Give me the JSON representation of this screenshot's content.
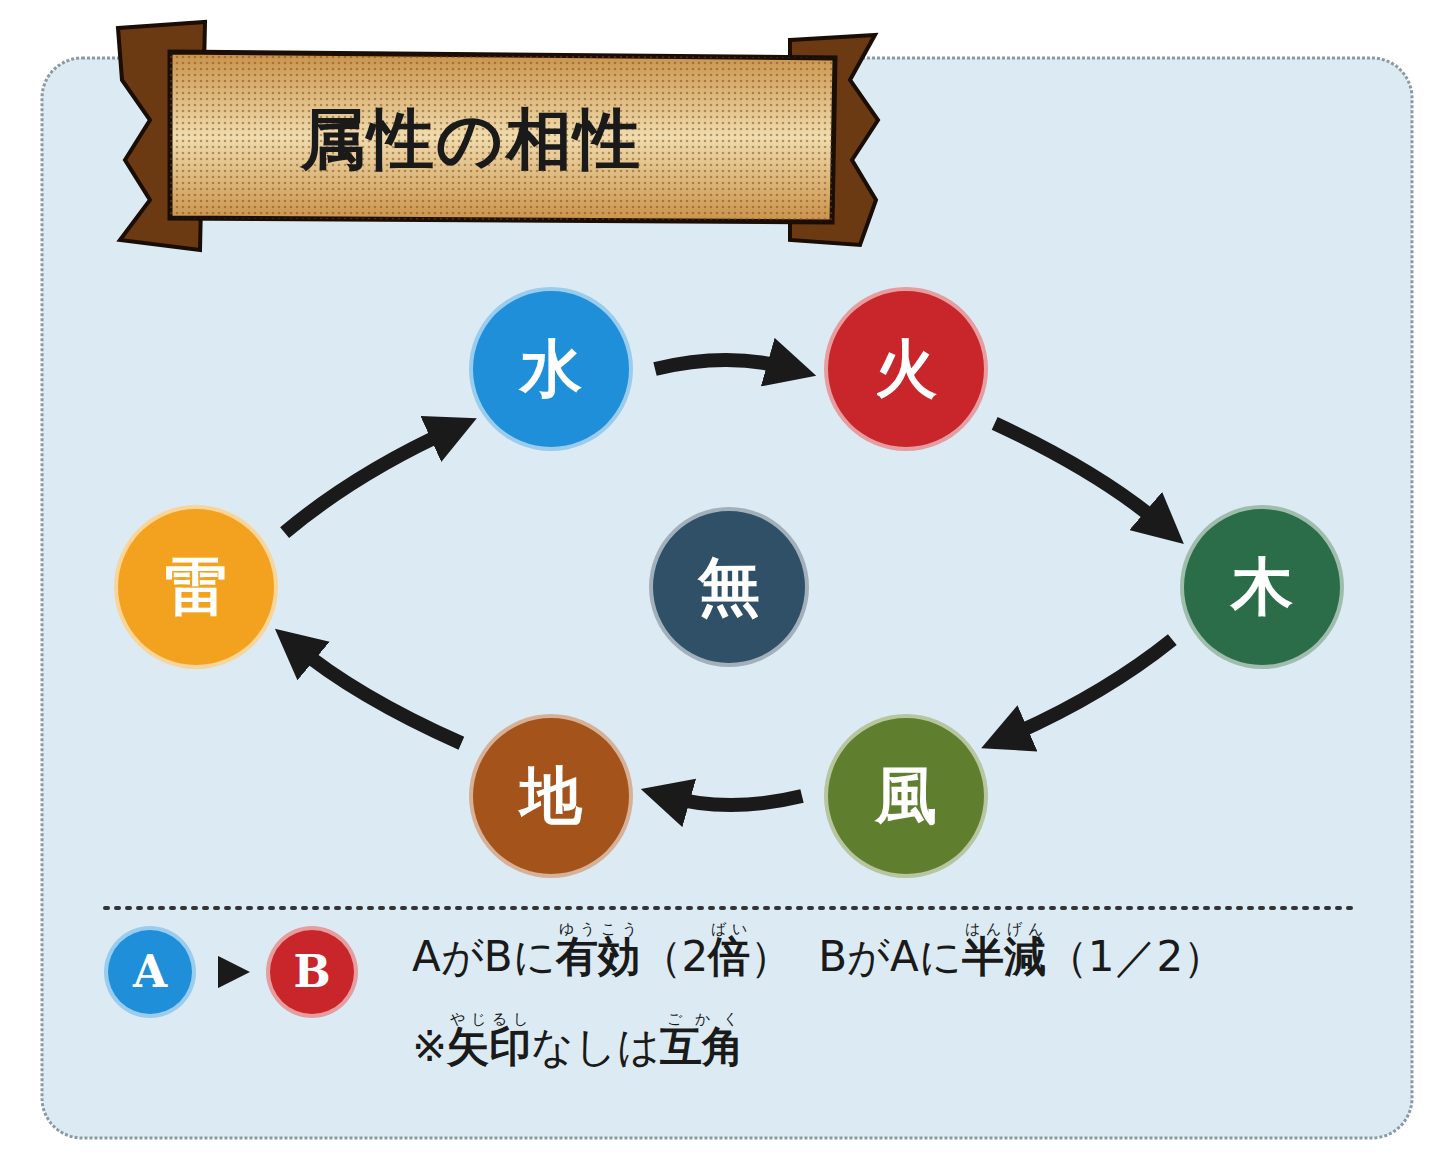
{
  "diagram": {
    "title": "属性の相性",
    "nodes": [
      {
        "text": [
          "水"
        ]
      },
      {
        "text": [
          "火"
        ]
      },
      {
        "text": [
          "木"
        ]
      },
      {
        "text": [
          "風"
        ]
      },
      {
        "text": [
          "地"
        ]
      },
      {
        "text": [
          "雷"
        ]
      },
      {
        "text": [
          "無"
        ]
      },
      {
        "text": [
          "A"
        ]
      },
      {
        "text": [
          "B"
        ]
      }
    ],
    "edges": [
      {
        "from": 0,
        "to": 1,
        "arrow": "to"
      },
      {
        "from": 1,
        "to": 2,
        "arrow": "to"
      },
      {
        "from": 2,
        "to": 3,
        "arrow": "to"
      },
      {
        "from": 3,
        "to": 4,
        "arrow": "to"
      },
      {
        "from": 4,
        "to": 5,
        "arrow": "to"
      },
      {
        "from": 5,
        "to": 0,
        "arrow": "to"
      },
      {
        "from": 7,
        "to": 8,
        "arrow": "to"
      }
    ],
    "labels": [
      "AがBに",
      "有効",
      "ゆうこう",
      "（2",
      "倍",
      "ばい",
      "）",
      "BがAに",
      "半減",
      "はんげん",
      "（1／2）",
      "※",
      "矢印",
      "やじるし",
      "なしは",
      "互角",
      "ごかく"
    ]
  }
}
